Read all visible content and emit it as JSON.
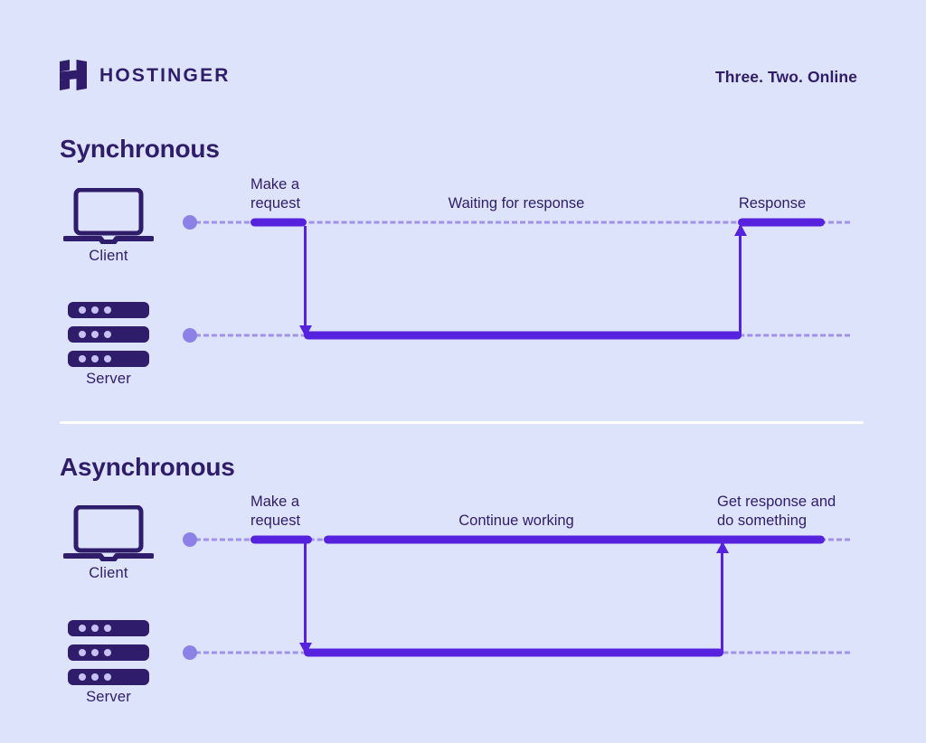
{
  "header": {
    "logo_icon": "hostinger-h-logo",
    "brand_name": "HOSTINGER",
    "tagline": "Three. Two. Online"
  },
  "sections": [
    {
      "id": "synchronous",
      "title": "Synchronous",
      "actors": [
        {
          "id": "client",
          "label": "Client",
          "icon": "laptop-icon"
        },
        {
          "id": "server",
          "label": "Server",
          "icon": "server-icon"
        }
      ],
      "captions": {
        "make_request": "Make a\nrequest",
        "middle": "Waiting for response",
        "end": "Response"
      }
    },
    {
      "id": "asynchronous",
      "title": "Asynchronous",
      "actors": [
        {
          "id": "client",
          "label": "Client",
          "icon": "laptop-icon"
        },
        {
          "id": "server",
          "label": "Server",
          "icon": "server-icon"
        }
      ],
      "captions": {
        "make_request": "Make a\nrequest",
        "middle": "Continue working",
        "end": "Get response and\ndo something"
      }
    }
  ],
  "colors": {
    "background": "#dde3fb",
    "ink": "#2f1c6a",
    "accent": "#5622dd",
    "accent_light": "#8d80e6",
    "dash": "#9f92e8",
    "divider": "#ffffff"
  }
}
